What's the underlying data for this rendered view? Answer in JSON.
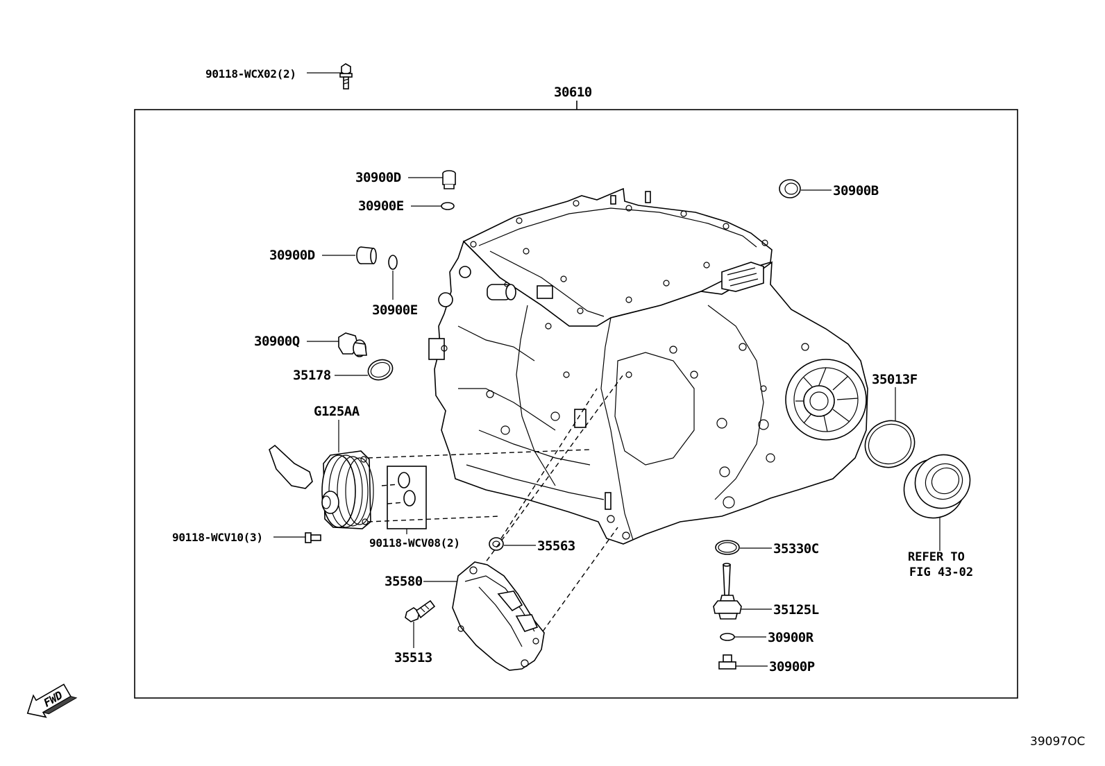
{
  "labels": {
    "bolt_top": "90118-WCX02(2)",
    "assembly": "30610",
    "plug_d1": "30900D",
    "ring_e1": "30900E",
    "plug_d2": "30900D",
    "ring_e2": "30900E",
    "plug_q": "30900Q",
    "ring_35178": "35178",
    "cooler": "G125AA",
    "bolt_cooler": "90118-WCV10(3)",
    "bolt_oring": "90118-WCV08(2)",
    "seal_35563": "35563",
    "pump_35580": "35580",
    "bolt_35513": "35513",
    "seal_30900b": "30900B",
    "ring_35013f": "35013F",
    "refer_line1": "REFER TO",
    "refer_line2": "FIG 43-02",
    "ring_35330c": "35330C",
    "sensor_35125l": "35125L",
    "ring_30900r": "30900R",
    "plug_30900p": "30900P",
    "fwd": "FWD",
    "figure_number": "39097OC"
  }
}
